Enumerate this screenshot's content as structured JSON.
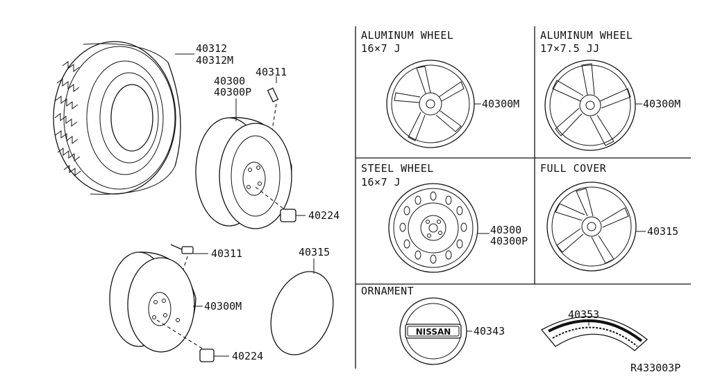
{
  "panels": {
    "aluminum_16": {
      "title": "ALUMINUM WHEEL",
      "size": "16×7 J",
      "part": "40300M"
    },
    "aluminum_17": {
      "title": "ALUMINUM WHEEL",
      "size": "17×7.5 JJ",
      "part": "40300M"
    },
    "steel_16": {
      "title": "STEEL WHEEL",
      "size": "16×7 J",
      "part_1": "40300",
      "part_2": "40300P"
    },
    "full_cover": {
      "title": "FULL COVER",
      "part": "40315"
    },
    "ornament": {
      "title": "ORNAMENT",
      "emblem_part": "40343",
      "emblem_text": "NISSAN",
      "label_part": "40353"
    }
  },
  "left_parts": {
    "tire_1": "40312",
    "tire_2": "40312M",
    "valve_top": "40311",
    "wheel_top_1": "40300",
    "wheel_top_2": "40300P",
    "nut_top": "40224",
    "cover_disc": "40315",
    "valve_bottom": "40311",
    "wheel_bottom": "40300M",
    "nut_bottom": "40224"
  },
  "diagram_code": "R433003P"
}
